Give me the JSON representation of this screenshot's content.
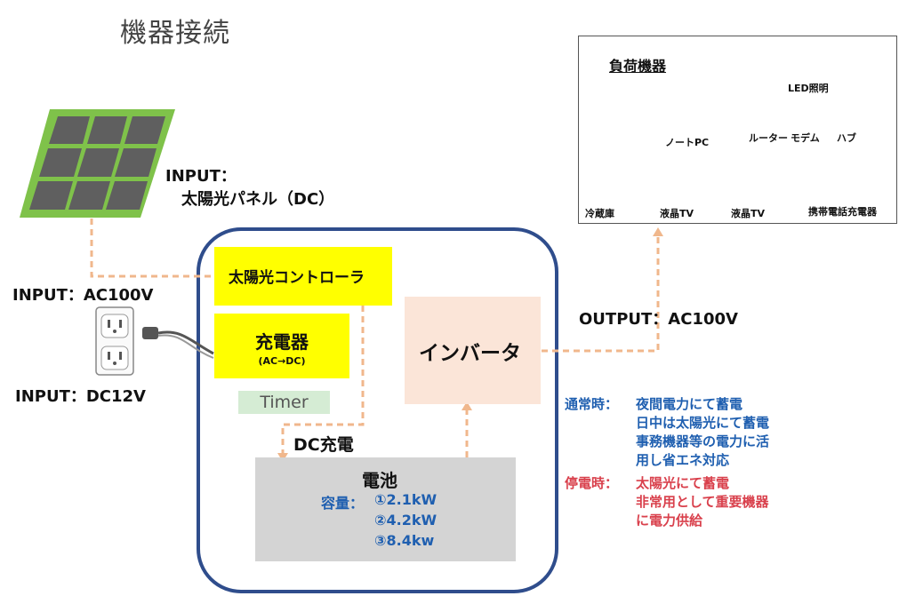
{
  "title": "機器接続",
  "solar_input": {
    "line1": "INPUT：",
    "line2": "太陽光パネル（DC）"
  },
  "ac_input": "INPUT：AC100V",
  "dc_input": "INPUT：DC12V",
  "output": "OUTPUT：AC100V",
  "controller": "太陽光コントローラ",
  "charger": {
    "name": "充電器",
    "sub": "(AC→DC)"
  },
  "timer": "Timer",
  "dc_charge": "DC充電",
  "inverter": "インバータ",
  "battery": {
    "name": "電池",
    "capacity_label": "容量：",
    "capacities": [
      "①2.1kW",
      "②4.2kW",
      "③8.4kw"
    ]
  },
  "loads": {
    "title": "負荷機器",
    "led": "LED照明",
    "notebook": "ノートPC",
    "router": "ルーター",
    "modem": "モデム",
    "hub": "ハブ",
    "fridge": "冷蔵庫",
    "tv1": "液晶TV",
    "tv2": "液晶TV",
    "phone": "携帯電話充電器"
  },
  "normal": {
    "label": "通常時：",
    "lines": [
      "夜間電力にて蓄電",
      "日中は太陽光にて蓄電",
      "事務機器等の電力に活",
      "用し省エネ対応"
    ]
  },
  "outage": {
    "label": "停電時：",
    "lines": [
      "太陽光にて蓄電",
      "非常用として重要機器",
      "に電力供給"
    ]
  },
  "colors": {
    "enclosure": "#2f4d8c",
    "controller_fill": "#ffff00",
    "inverter_fill": "#fbe5d8",
    "battery_fill": "#d4d4d4",
    "timer_fill": "#d5ecd4",
    "flow_line": "#f0b78c",
    "panel_frame": "#7fc24a",
    "panel_cell": "#5f5f5f",
    "normal_text": "#1f5fb0",
    "outage_text": "#d9404c"
  },
  "icons": [
    "solar-panel-icon",
    "outlet-icon",
    "fridge-icon",
    "laptop-icon",
    "led-light-icon",
    "router-icon",
    "hub-icon",
    "tv-icon",
    "phone-icon"
  ]
}
